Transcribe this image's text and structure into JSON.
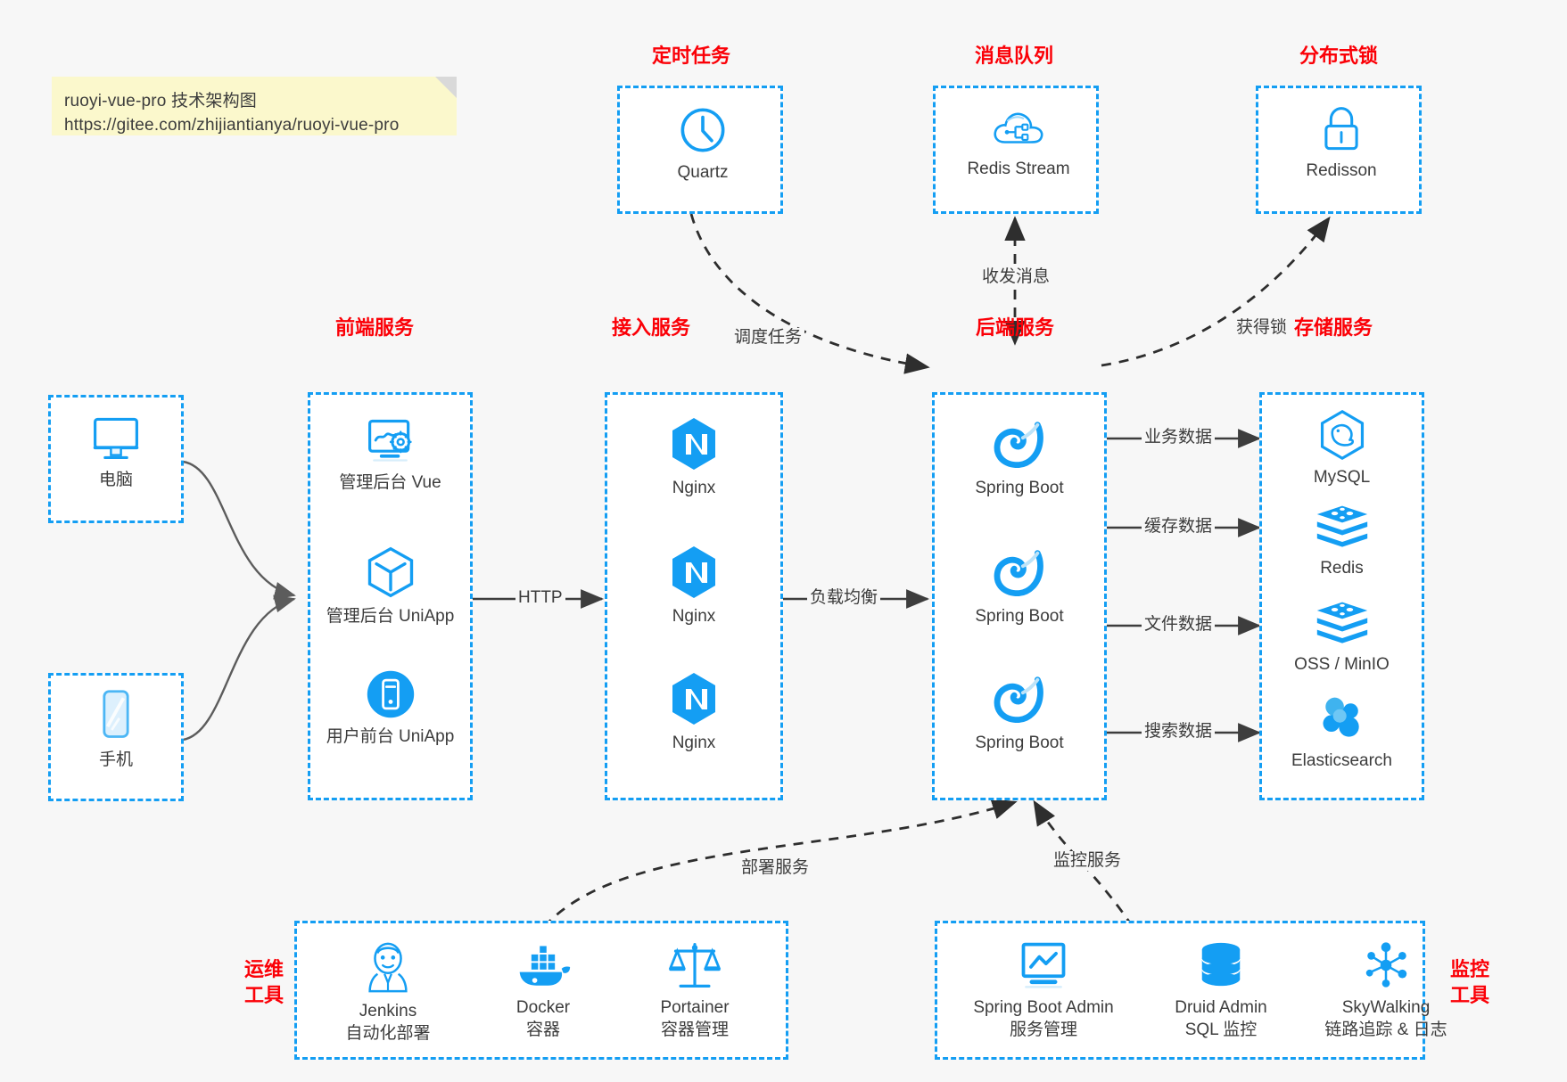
{
  "note": {
    "line1": "ruoyi-vue-pro 技术架构图",
    "line2": "https://gitee.com/zhijiantianya/ruoyi-vue-pro"
  },
  "colors": {
    "accent": "#149ef3",
    "group_title": "#fb0007",
    "text": "#3c3c3c",
    "background": "#f7f7f7",
    "note_bg": "#fbf8cc",
    "edge": "#3d3d3d"
  },
  "groups": {
    "scheduler": {
      "title": "定时任务",
      "nodes": [
        {
          "label": "Quartz",
          "icon": "clock-icon"
        }
      ]
    },
    "mq": {
      "title": "消息队列",
      "nodes": [
        {
          "label": "Redis Stream",
          "icon": "cloud-stream-icon"
        }
      ]
    },
    "lock": {
      "title": "分布式锁",
      "nodes": [
        {
          "label": "Redisson",
          "icon": "lock-icon"
        }
      ]
    },
    "clients": {
      "nodes": [
        {
          "label": "电脑",
          "icon": "desktop-icon"
        },
        {
          "label": "手机",
          "icon": "phone-icon"
        }
      ]
    },
    "frontend": {
      "title": "前端服务",
      "nodes": [
        {
          "label": "管理后台 Vue",
          "icon": "dashboard-gear-icon"
        },
        {
          "label": "管理后台 UniApp",
          "icon": "hexagon-cube-icon"
        },
        {
          "label": "用户前台 UniApp",
          "icon": "mobile-app-icon"
        }
      ]
    },
    "gateway": {
      "title": "接入服务",
      "nodes": [
        {
          "label": "Nginx",
          "icon": "nginx-icon"
        },
        {
          "label": "Nginx",
          "icon": "nginx-icon"
        },
        {
          "label": "Nginx",
          "icon": "nginx-icon"
        }
      ]
    },
    "backend": {
      "title": "后端服务",
      "nodes": [
        {
          "label": "Spring Boot",
          "icon": "spring-leaf-icon"
        },
        {
          "label": "Spring Boot",
          "icon": "spring-leaf-icon"
        },
        {
          "label": "Spring Boot",
          "icon": "spring-leaf-icon"
        }
      ]
    },
    "storage": {
      "title": "存储服务",
      "nodes": [
        {
          "label": "MySQL",
          "icon": "mysql-dolphin-icon"
        },
        {
          "label": "Redis",
          "icon": "redis-stack-icon"
        },
        {
          "label": "OSS / MinIO",
          "icon": "redis-stack-icon"
        },
        {
          "label": "Elasticsearch",
          "icon": "elasticsearch-icon"
        }
      ]
    },
    "devops": {
      "title_line1": "运维",
      "title_line2": "工具",
      "nodes": [
        {
          "label": "Jenkins",
          "sub": "自动化部署",
          "icon": "jenkins-butler-icon"
        },
        {
          "label": "Docker",
          "sub": "容器",
          "icon": "docker-whale-icon"
        },
        {
          "label": "Portainer",
          "sub": "容器管理",
          "icon": "scales-icon"
        }
      ]
    },
    "monitor": {
      "title_line1": "监控",
      "title_line2": "工具",
      "nodes": [
        {
          "label": "Spring Boot Admin",
          "sub": "服务管理",
          "icon": "monitor-chart-icon"
        },
        {
          "label": "Druid Admin",
          "sub": "SQL 监控",
          "icon": "database-icon"
        },
        {
          "label": "SkyWalking",
          "sub": "链路追踪 & 日志",
          "icon": "skywalking-icon"
        }
      ]
    }
  },
  "edges": {
    "schedule_task": "调度任务",
    "mq_send_receive": "收发消息",
    "acquire_lock": "获得锁",
    "http": "HTTP",
    "load_balance": "负载均衡",
    "business_data": "业务数据",
    "cache_data": "缓存数据",
    "file_data": "文件数据",
    "search_data": "搜索数据",
    "deploy_service": "部署服务",
    "monitor_service": "监控服务"
  }
}
